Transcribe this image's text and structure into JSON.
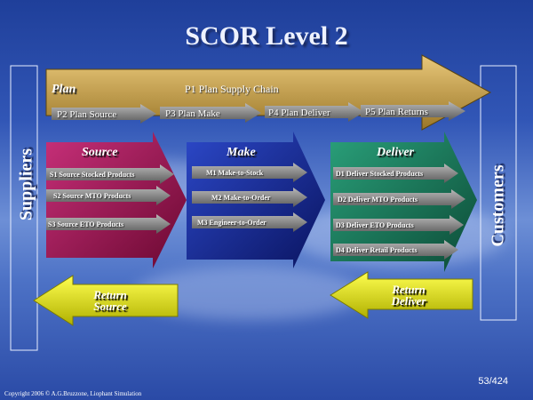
{
  "title": "SCOR Level 2",
  "plan": {
    "label": "Plan",
    "p1": "P1  Plan Supply Chain",
    "sub": [
      "P2  Plan Source",
      "P3  Plan Make",
      "P4  Plan Deliver",
      "P5  Plan Returns"
    ]
  },
  "source": {
    "label": "Source",
    "items": [
      "S1  Source Stocked Products",
      "S2  Source MTO Products",
      "S3  Source ETO Products"
    ]
  },
  "make": {
    "label": "Make",
    "items": [
      "M1  Make-to-Stock",
      "M2  Make-to-Order",
      "M3  Engineer-to-Order"
    ]
  },
  "deliver": {
    "label": "Deliver",
    "items": [
      "D1  Deliver Stocked Products",
      "D2  Deliver MTO Products",
      "D3  Deliver ETO Products",
      "D4  Deliver Retail Products"
    ]
  },
  "return_source": {
    "line1": "Return",
    "line2": "Source"
  },
  "return_deliver": {
    "line1": "Return",
    "line2": "Deliver"
  },
  "suppliers": "Suppliers",
  "customers": "Customers",
  "slide_number": "53/424",
  "copyright": "Copyright 2006 © A.G.Bruzzone, Liophant Simulation",
  "colors": {
    "plan_arrow": "#c9a04a",
    "source_arrow": "#a01850",
    "make_arrow": "#14288c",
    "deliver_arrow": "#1a7a5c",
    "return_arrow": "#ecec10",
    "sub_arrow": "#8a8a8a"
  }
}
